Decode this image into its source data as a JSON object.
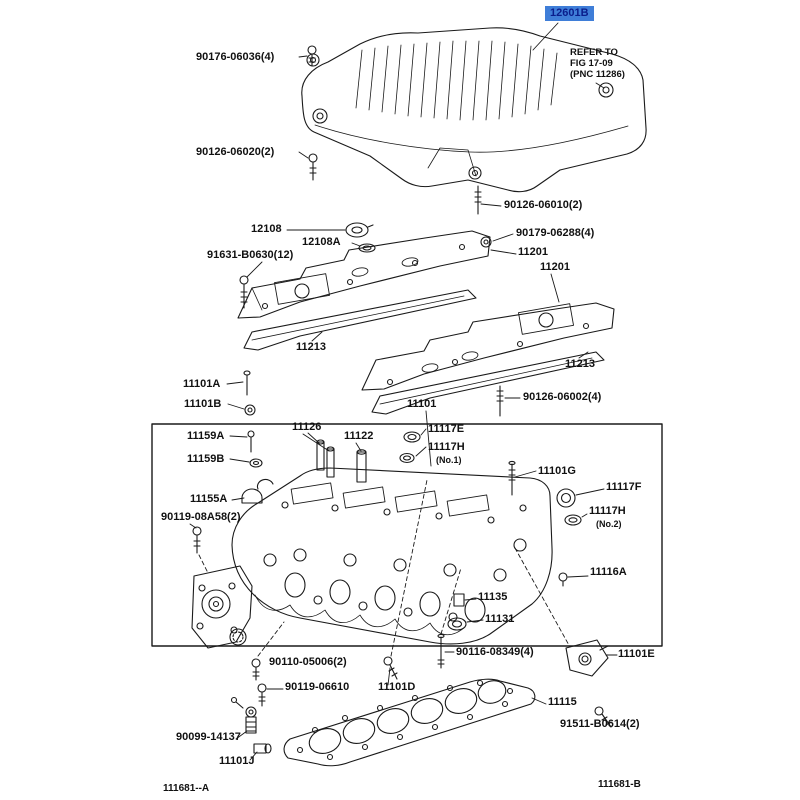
{
  "colors": {
    "highlight_bg": "#3f7ed8",
    "highlight_text": "#0a1e8c"
  },
  "labels": {
    "p12601B": "12601B",
    "refer_note": "REFER TO\nFIG 17-09\n(PNC 11286)",
    "p90176": "90176-06036(4)",
    "p90126a": "90126-06020(2)",
    "p90126b": "90126-06010(2)",
    "p12108": "12108",
    "p12108A": "12108A",
    "p90179": "90179-06288(4)",
    "p91631": "91631-B0630(12)",
    "p11201_1": "11201",
    "p11201_2": "11201",
    "p11213_1": "11213",
    "p11213_2": "11213",
    "p11101A": "11101A",
    "p11101B": "11101B",
    "p11101": "11101",
    "p90126c": "90126-06002(4)",
    "p11159A": "11159A",
    "p11159B": "11159B",
    "p11126": "11126",
    "p11122": "11122",
    "p11117E": "11117E",
    "p11117H1": "11117H",
    "p11117H1_no": "(No.1)",
    "p11101G": "11101G",
    "p11117F": "11117F",
    "p11155A": "11155A",
    "p11117H2": "11117H",
    "p11117H2_no": "(No.2)",
    "p90119a": "90119-08A58(2)",
    "p11116A": "11116A",
    "p11135": "11135",
    "p11131": "11131",
    "p90110": "90110-05006(2)",
    "p90116": "90116-08349(4)",
    "p11101E": "11101E",
    "p90119b": "90119-06610",
    "p11101D": "11101D",
    "p11115": "11115",
    "p91511": "91511-B0614(2)",
    "p90099": "90099-14137",
    "p11101J": "11101J",
    "footer_left": "111681--A",
    "footer_right": "111681-B"
  }
}
